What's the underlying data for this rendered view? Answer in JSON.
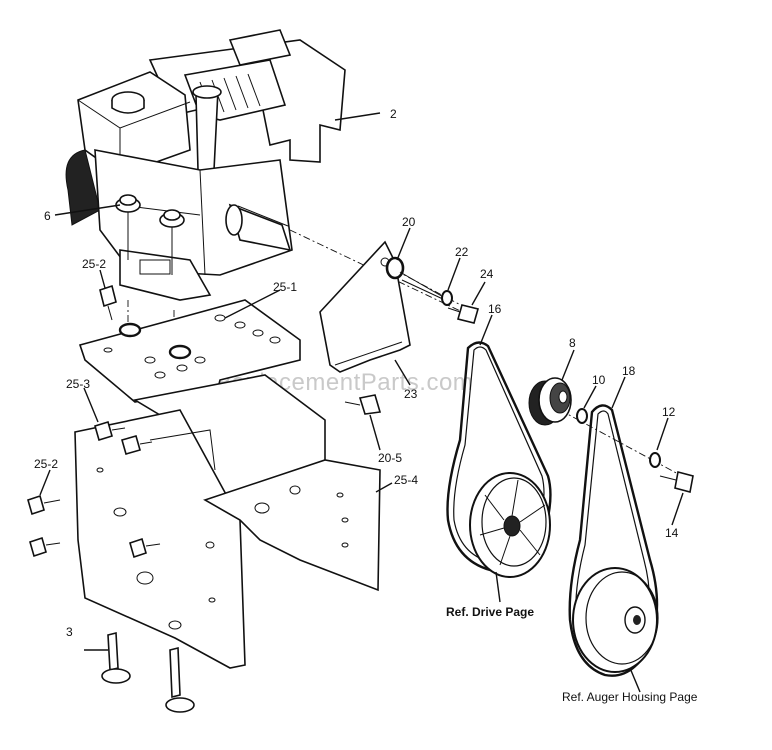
{
  "watermark": "eReplacementParts.com",
  "callouts": {
    "c2": "2",
    "c6": "6",
    "c20": "20",
    "c22": "22",
    "c24": "24",
    "c16": "16",
    "c8": "8",
    "c10": "10",
    "c18": "18",
    "c12": "12",
    "c14": "14",
    "c25_2a": "25-2",
    "c25_1": "25-1",
    "c25_3": "25-3",
    "c23": "23",
    "c20_5": "20-5",
    "c25_2b": "25-2",
    "c25_4": "25-4",
    "c3": "3"
  },
  "references": {
    "drive": "Ref. Drive Page",
    "auger": "Ref. Auger Housing Page"
  }
}
